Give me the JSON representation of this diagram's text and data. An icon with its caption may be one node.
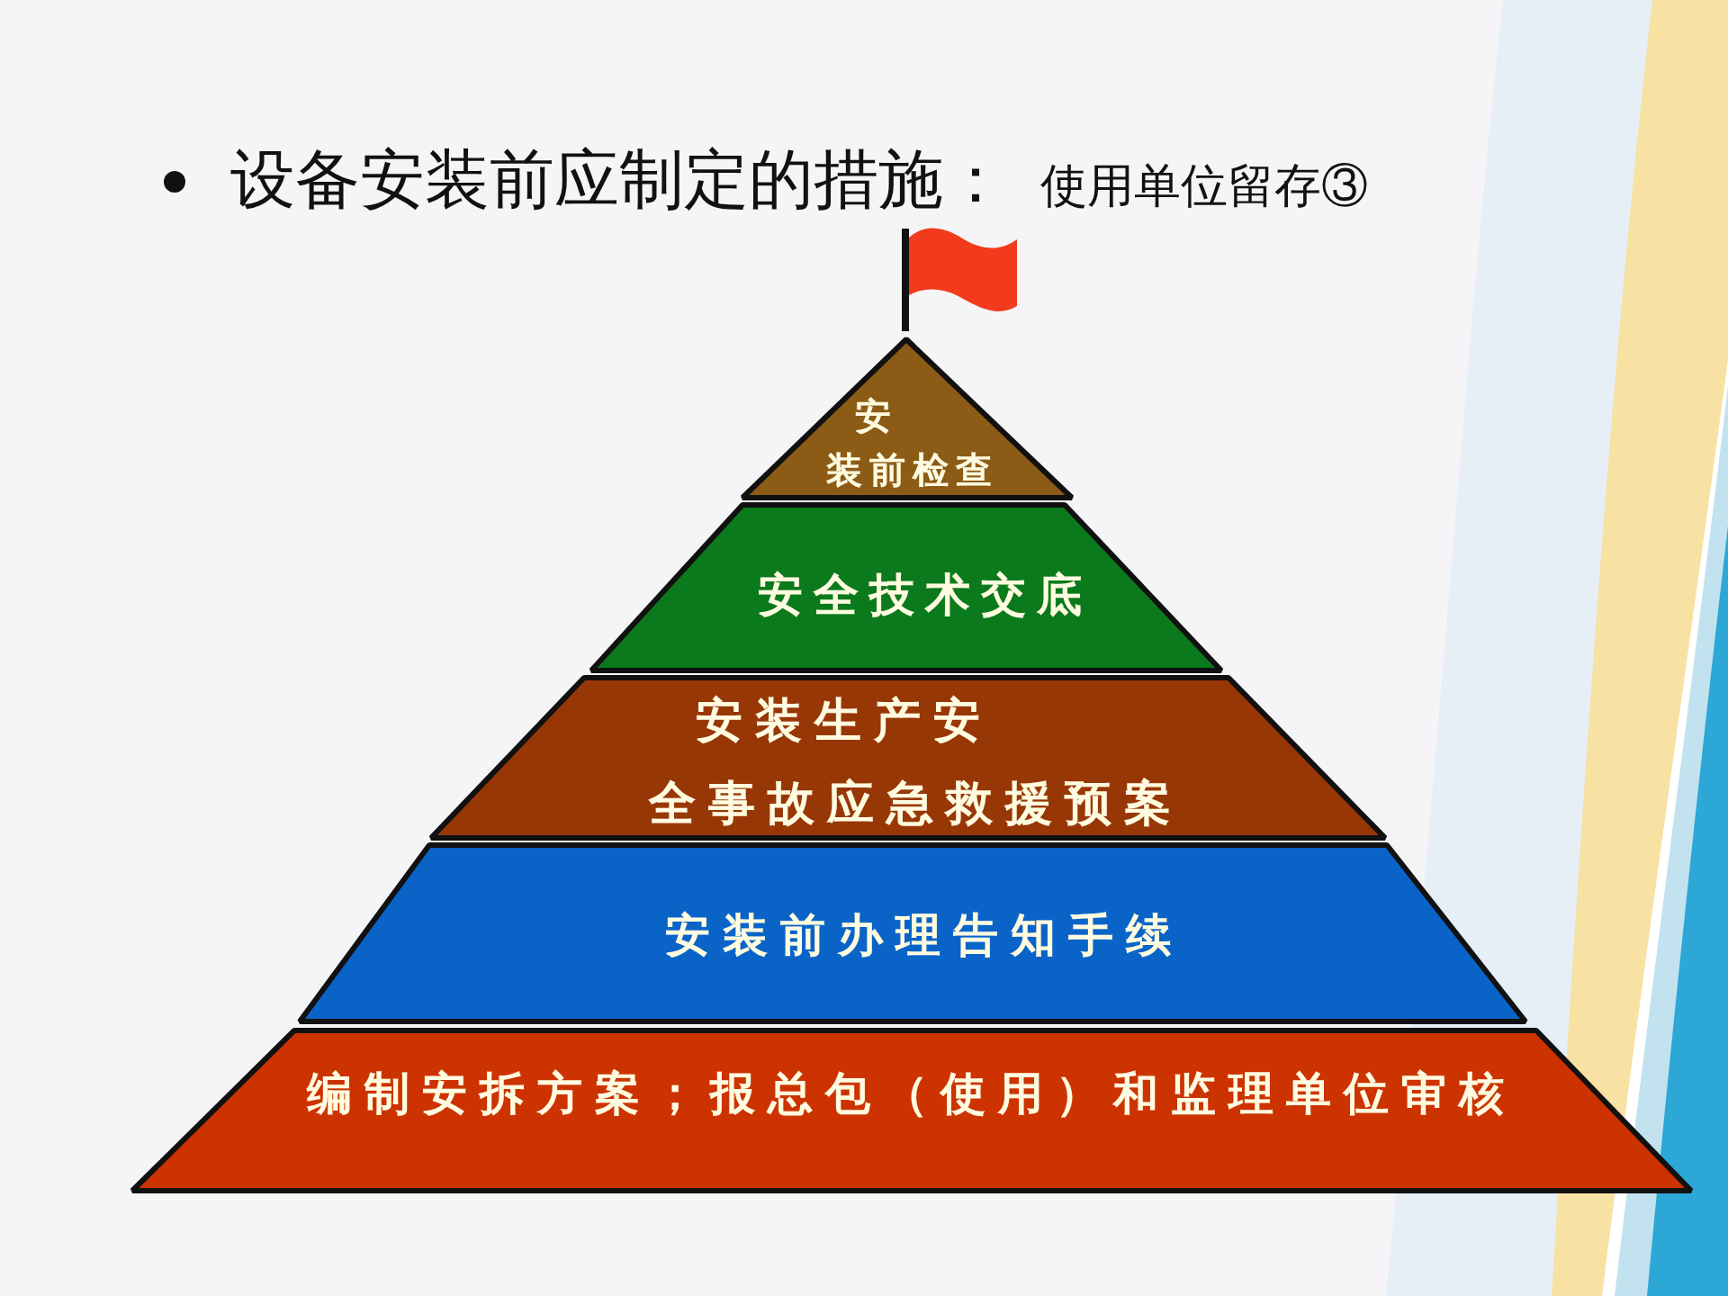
{
  "diagram": {
    "title": "设备安装前应制定的措施：",
    "nodes": [
      {
        "text": [
          "安装前检查"
        ]
      },
      {
        "text": [
          "安全技术交底"
        ]
      },
      {
        "text": [
          "安装生产安全事故应急救援预案"
        ]
      },
      {
        "text": [
          "安装前办理告知手续"
        ]
      },
      {
        "text": [
          "编制安拆方案；报总包（使用）和监理单位审核"
        ]
      }
    ],
    "labels": [
      "使用单位留存③"
    ]
  }
}
